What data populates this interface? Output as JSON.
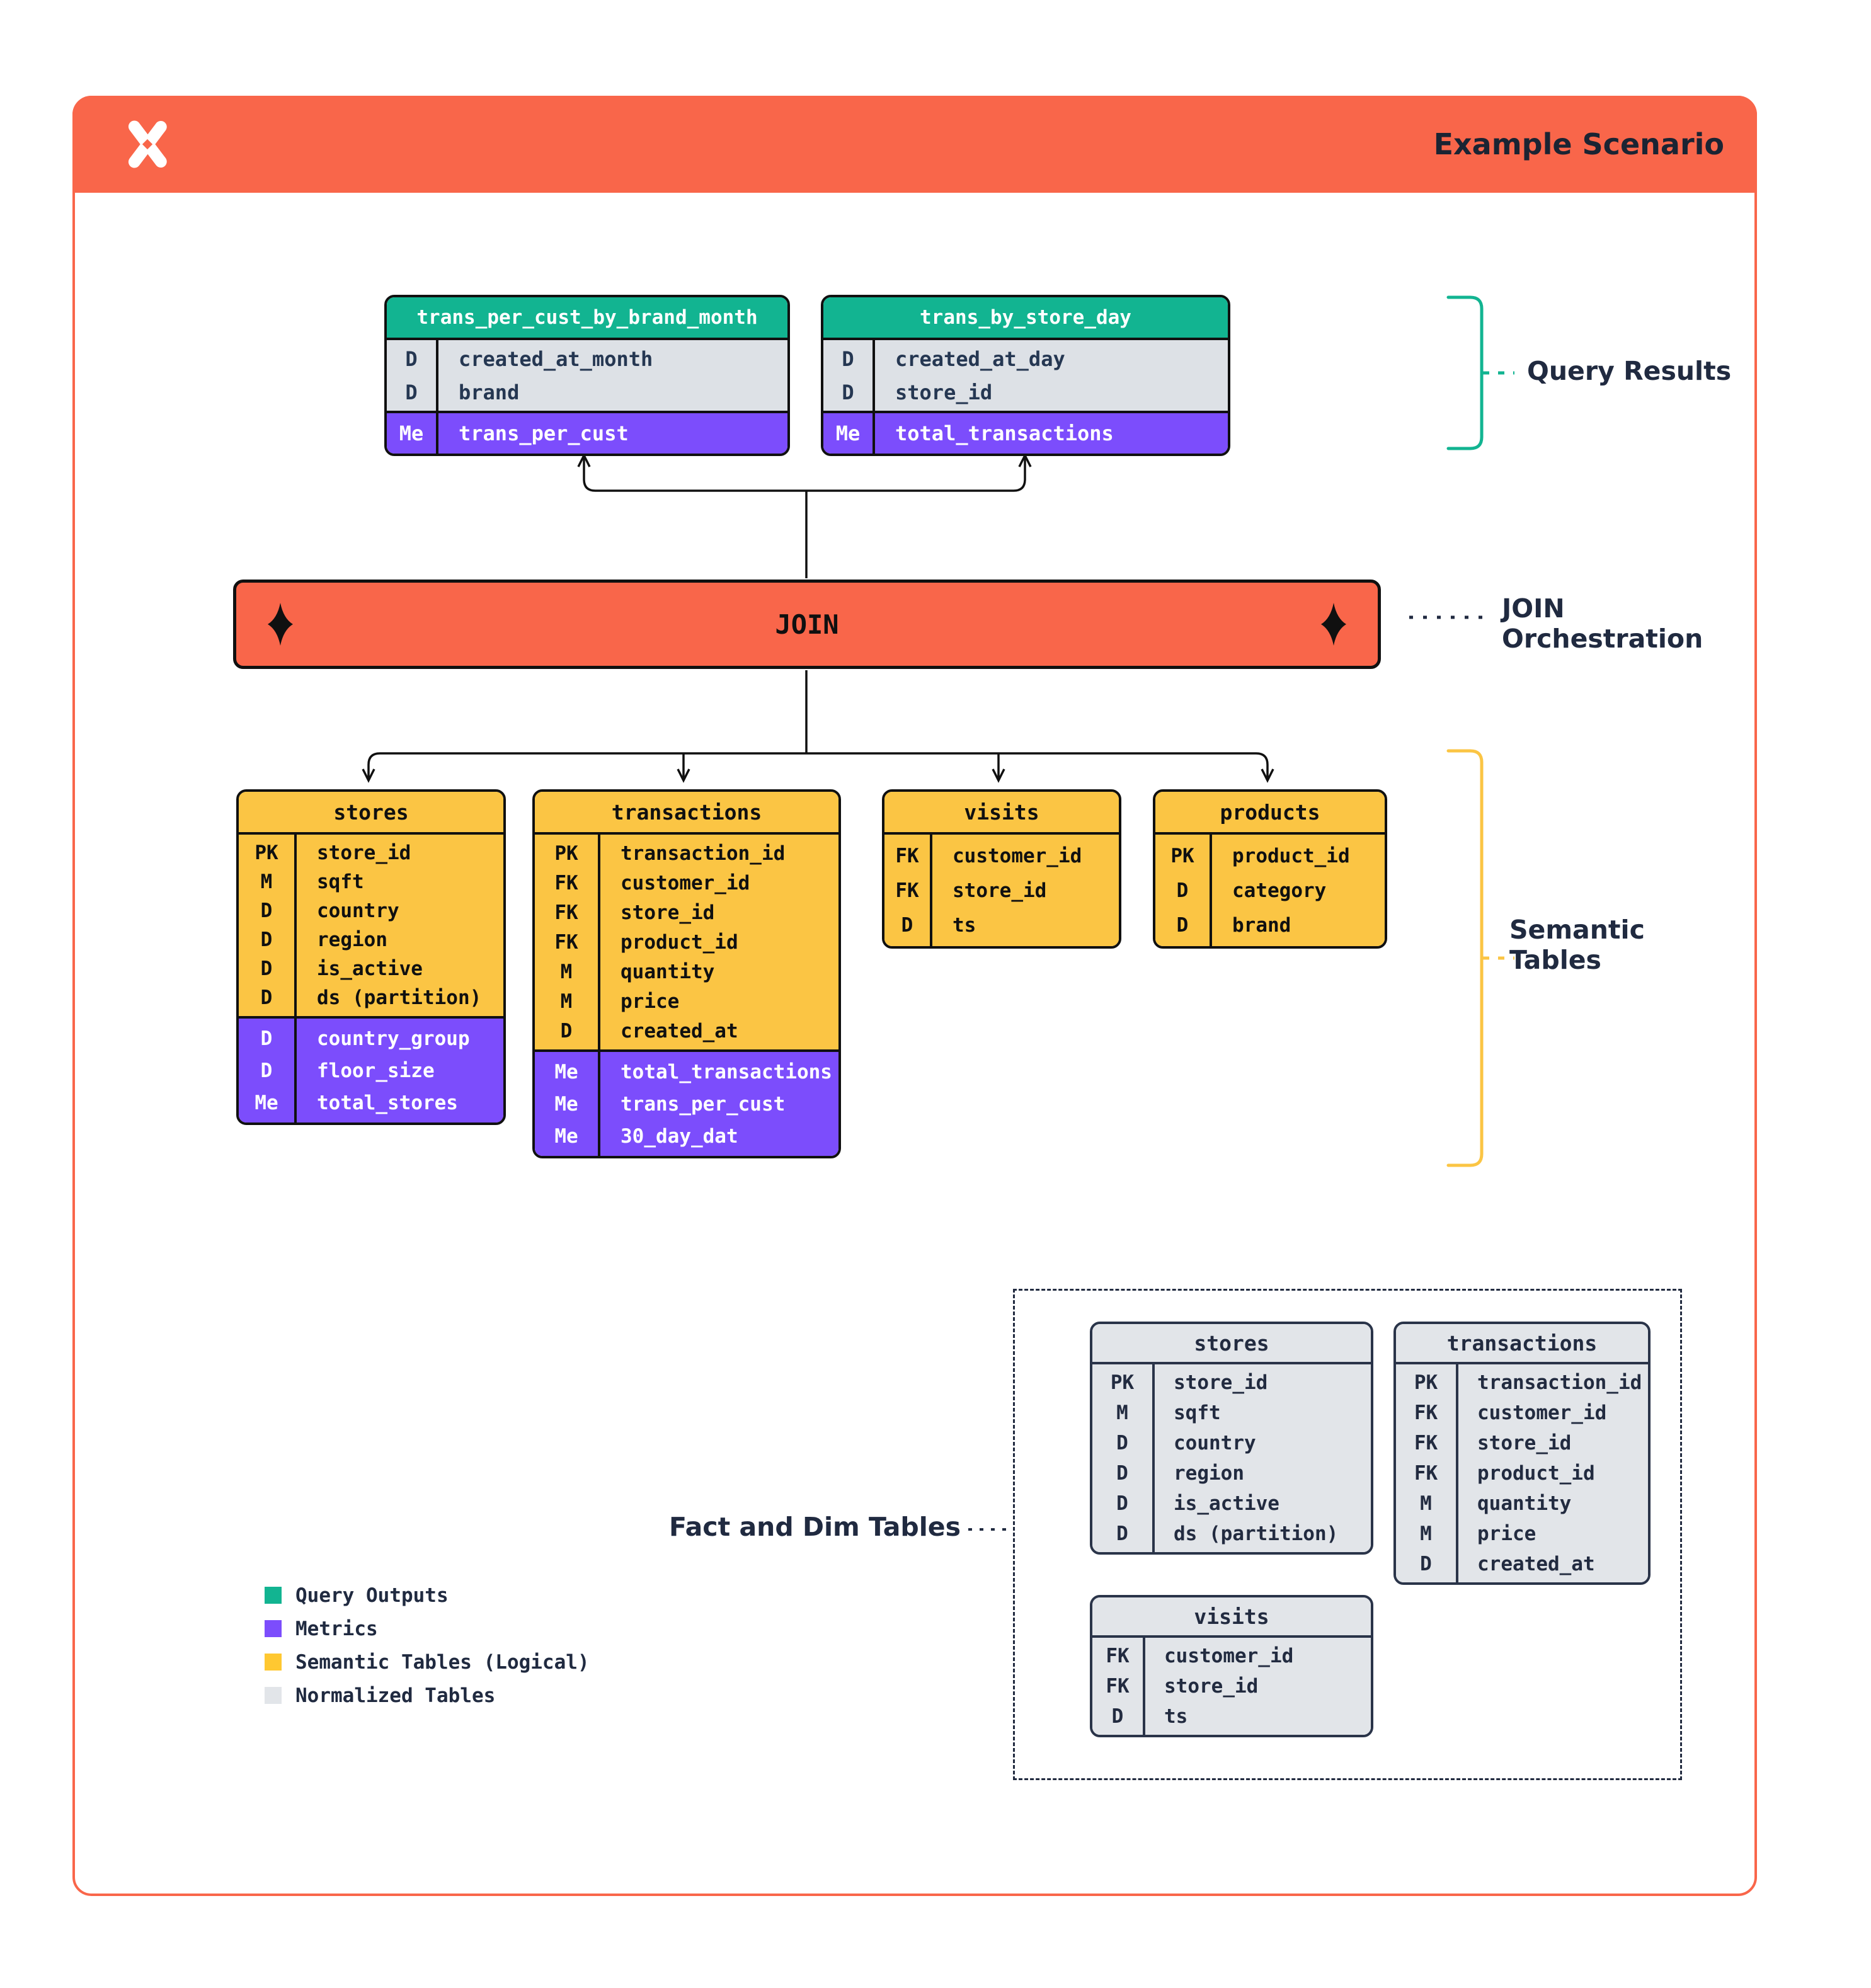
{
  "header": {
    "title": "Example Scenario"
  },
  "join": {
    "label": "JOIN"
  },
  "annotations": {
    "query_results": "Query Results",
    "join_orchestration": [
      "JOIN",
      "Orchestration"
    ],
    "semantic_tables": [
      "Semantic",
      "Tables"
    ],
    "fact_dim": "Fact and Dim Tables"
  },
  "tables": {
    "query_results": [
      {
        "title": "trans_per_cust_by_brand_month",
        "sections": [
          {
            "kind": "dims",
            "rows": [
              {
                "k": "D",
                "n": "created_at_month"
              },
              {
                "k": "D",
                "n": "brand"
              }
            ]
          },
          {
            "kind": "metrics",
            "rows": [
              {
                "k": "Me",
                "n": "trans_per_cust"
              }
            ]
          }
        ]
      },
      {
        "title": "trans_by_store_day",
        "sections": [
          {
            "kind": "dims",
            "rows": [
              {
                "k": "D",
                "n": "created_at_day"
              },
              {
                "k": "D",
                "n": "store_id"
              }
            ]
          },
          {
            "kind": "metrics",
            "rows": [
              {
                "k": "Me",
                "n": "total_transactions"
              }
            ]
          }
        ]
      }
    ],
    "semantic": [
      {
        "title": "stores",
        "sections": [
          {
            "kind": "dims",
            "rows": [
              {
                "k": "PK",
                "n": "store_id"
              },
              {
                "k": "M",
                "n": "sqft"
              },
              {
                "k": "D",
                "n": "country"
              },
              {
                "k": "D",
                "n": "region"
              },
              {
                "k": "D",
                "n": "is_active"
              },
              {
                "k": "D",
                "n": "ds (partition)"
              }
            ]
          },
          {
            "kind": "metrics",
            "rows": [
              {
                "k": "D",
                "n": "country_group"
              },
              {
                "k": "D",
                "n": "floor_size"
              },
              {
                "k": "Me",
                "n": "total_stores"
              }
            ]
          }
        ]
      },
      {
        "title": "transactions",
        "sections": [
          {
            "kind": "dims",
            "rows": [
              {
                "k": "PK",
                "n": "transaction_id"
              },
              {
                "k": "FK",
                "n": "customer_id"
              },
              {
                "k": "FK",
                "n": "store_id"
              },
              {
                "k": "FK",
                "n": "product_id"
              },
              {
                "k": "M",
                "n": "quantity"
              },
              {
                "k": "M",
                "n": "price"
              },
              {
                "k": "D",
                "n": "created_at"
              }
            ]
          },
          {
            "kind": "metrics",
            "rows": [
              {
                "k": "Me",
                "n": "total_transactions"
              },
              {
                "k": "Me",
                "n": "trans_per_cust"
              },
              {
                "k": "Me",
                "n": "30_day_dat"
              }
            ]
          }
        ]
      },
      {
        "title": "visits",
        "sections": [
          {
            "kind": "dims",
            "rows": [
              {
                "k": "FK",
                "n": "customer_id"
              },
              {
                "k": "FK",
                "n": "store_id"
              },
              {
                "k": "D",
                "n": "ts"
              }
            ]
          }
        ]
      },
      {
        "title": "products",
        "sections": [
          {
            "kind": "dims",
            "rows": [
              {
                "k": "PK",
                "n": "product_id"
              },
              {
                "k": "D",
                "n": "category"
              },
              {
                "k": "D",
                "n": "brand"
              }
            ]
          }
        ]
      }
    ],
    "normalized": [
      {
        "title": "stores",
        "sections": [
          {
            "kind": "dims",
            "rows": [
              {
                "k": "PK",
                "n": "store_id"
              },
              {
                "k": "M",
                "n": "sqft"
              },
              {
                "k": "D",
                "n": "country"
              },
              {
                "k": "D",
                "n": "region"
              },
              {
                "k": "D",
                "n": "is_active"
              },
              {
                "k": "D",
                "n": "ds (partition)"
              }
            ]
          }
        ]
      },
      {
        "title": "transactions",
        "sections": [
          {
            "kind": "dims",
            "rows": [
              {
                "k": "PK",
                "n": "transaction_id"
              },
              {
                "k": "FK",
                "n": "customer_id"
              },
              {
                "k": "FK",
                "n": "store_id"
              },
              {
                "k": "FK",
                "n": "product_id"
              },
              {
                "k": "M",
                "n": "quantity"
              },
              {
                "k": "M",
                "n": "price"
              },
              {
                "k": "D",
                "n": "created_at"
              }
            ]
          }
        ]
      },
      {
        "title": "visits",
        "sections": [
          {
            "kind": "dims",
            "rows": [
              {
                "k": "FK",
                "n": "customer_id"
              },
              {
                "k": "FK",
                "n": "store_id"
              },
              {
                "k": "D",
                "n": "ts"
              }
            ]
          }
        ]
      }
    ]
  },
  "legend": {
    "items": [
      {
        "label": "Query Outputs",
        "color": "#12B491"
      },
      {
        "label": "Metrics",
        "color": "#7C4DFC"
      },
      {
        "label": "Semantic Tables (Logical)",
        "color": "#FFC831"
      },
      {
        "label": "Normalized Tables",
        "color": "#E2E5E9"
      }
    ]
  },
  "colors": {
    "orange": "#F9664A",
    "green": "#12B491",
    "purple": "#7C4DFC",
    "yellow": "#FBC544",
    "graytable": "#E2E5E9",
    "navy": "#202A40"
  }
}
